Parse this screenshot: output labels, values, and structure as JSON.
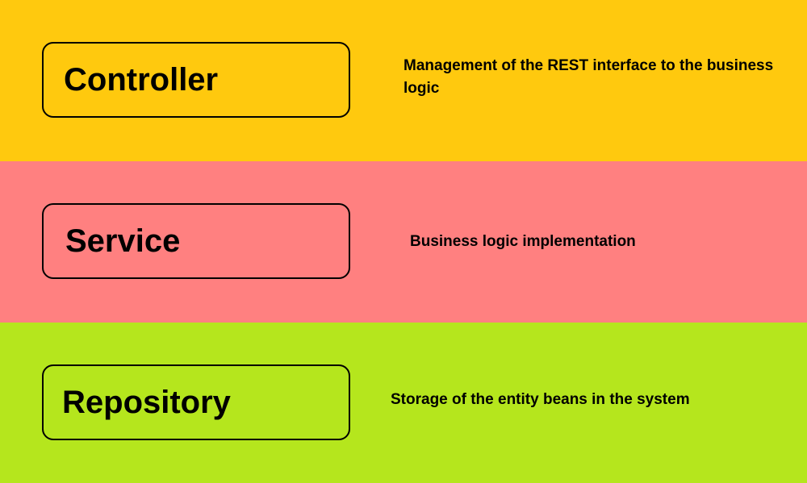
{
  "colors": {
    "controller": "#FFC90E",
    "service": "#FF8080",
    "repository": "#B5E61D"
  },
  "layers": [
    {
      "label": "Controller",
      "description": "Management of the REST interface to the business logic"
    },
    {
      "label": "Service",
      "description": "Business logic implementation"
    },
    {
      "label": "Repository",
      "description": "Storage of the entity beans in the system"
    }
  ]
}
